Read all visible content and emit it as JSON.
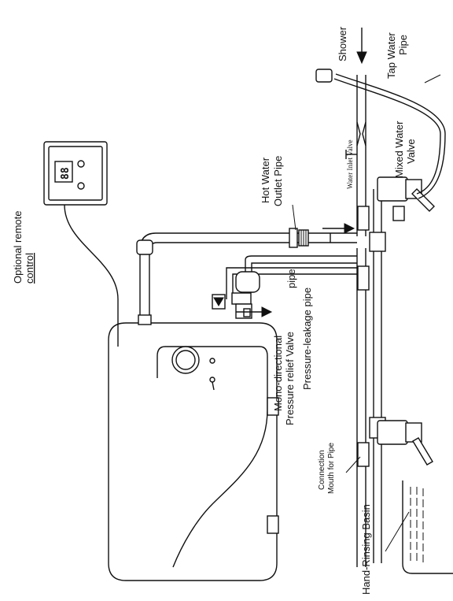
{
  "labels": {
    "shower": "Shower",
    "tap_water_pipe_1": "Tap Water",
    "tap_water_pipe_2": "Pipe",
    "water_inlet_valve": "Water Inlet Valve",
    "mixed_water_valve_1": "Mixed Water",
    "mixed_water_valve_2": "Valve",
    "hot_water_outlet_1": "Hot Water",
    "hot_water_outlet_2": "Outlet Pipe",
    "remote_control_1": "Optional remote",
    "remote_control_2": "control",
    "pipe": "pipe",
    "pressure_leakage": "Pressure-leakage pipe",
    "relief_valve_1": "Mono-directional",
    "relief_valve_2": "Pressure relief Valve",
    "connection_mouth_1": "Connection",
    "connection_mouth_2": "Mouth for Pipe",
    "hand_rinsing_basin": "Hand-Rinsing Basin",
    "remote_display": "88"
  },
  "colors": {
    "line": "#111111",
    "background": "#ffffff"
  }
}
